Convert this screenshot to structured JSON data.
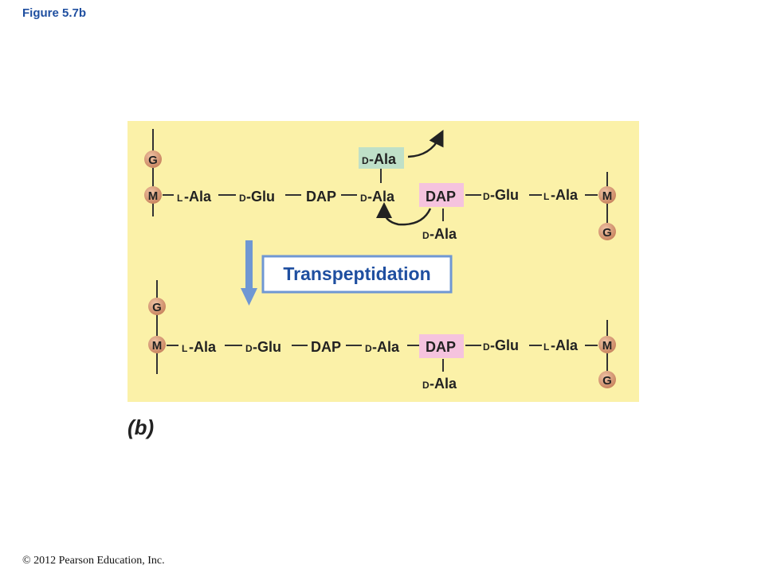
{
  "figure_label": "Figure 5.7b",
  "part_label": "(b)",
  "copyright": "© 2012 Pearson Education, Inc.",
  "process_label": "Transpeptidation",
  "sugars": {
    "g": "G",
    "m": "M"
  },
  "residues": {
    "ala_prefix_l": "L",
    "ala_prefix_d": "D",
    "glu_prefix_d": "D",
    "ala": "-Ala",
    "glu": "-Glu",
    "dap": "DAP"
  },
  "colors": {
    "panel": "#fbf1a8",
    "dap_highlight": "#f5c3de",
    "released_ala_highlight": "#bfe0c8",
    "sugar": "#c98560",
    "arrow": "#6f97d3",
    "figure_label": "#1f4fa0"
  }
}
